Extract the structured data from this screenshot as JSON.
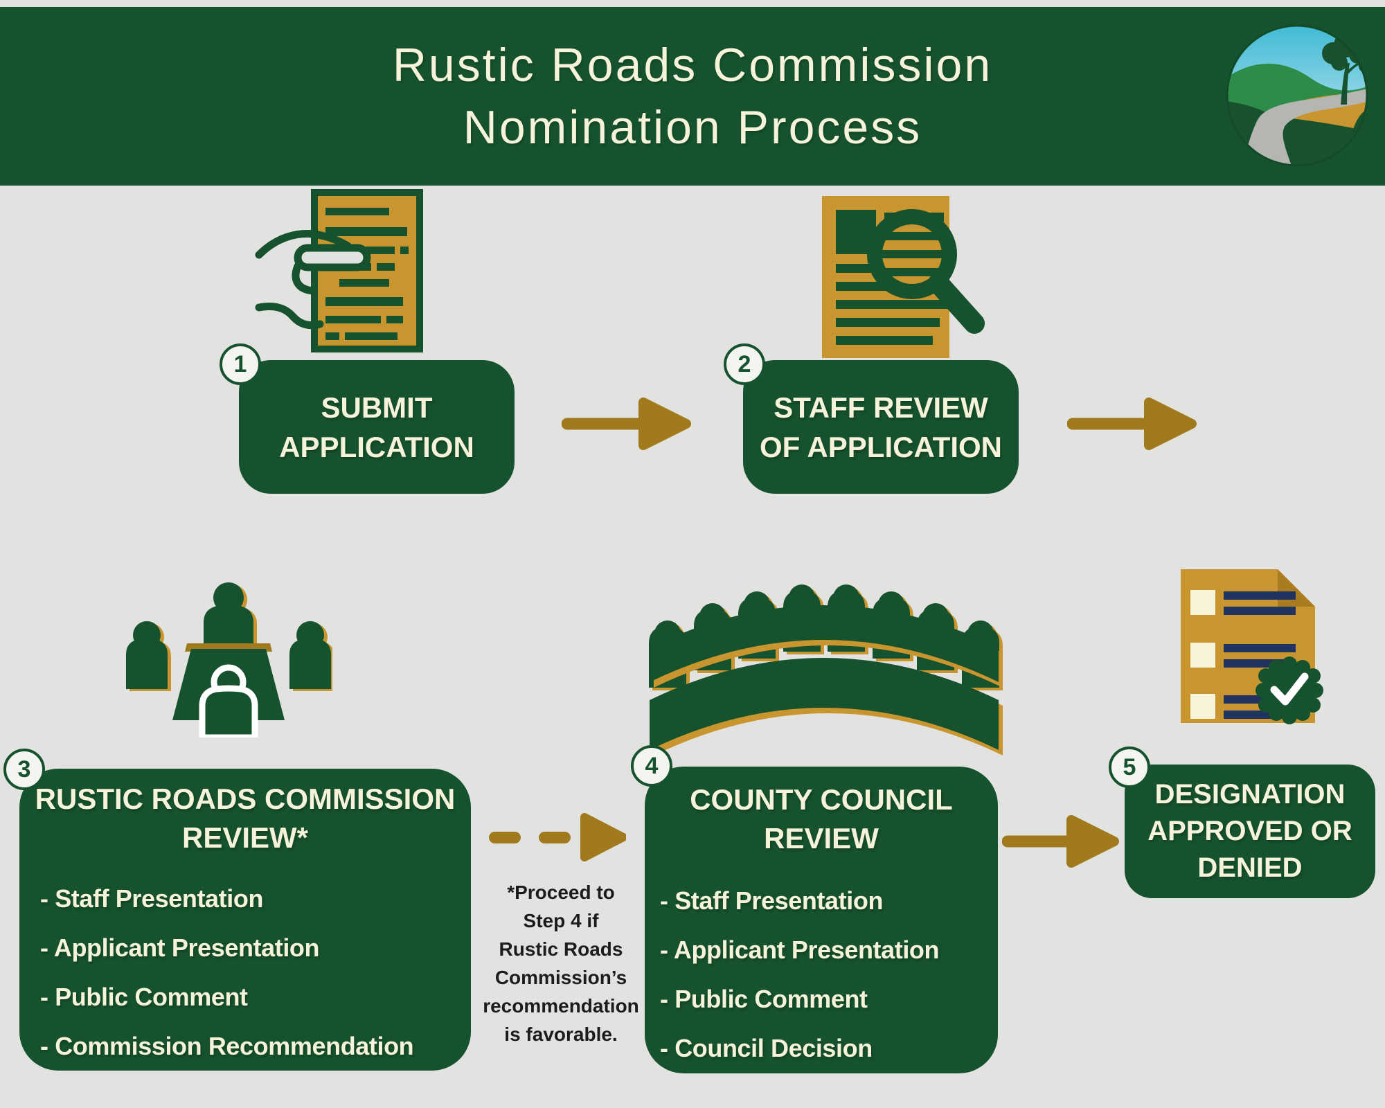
{
  "header": {
    "title_line1": "Rustic Roads Commission",
    "title_line2": "Nomination Process",
    "logo": "rustic-road-landscape-logo"
  },
  "steps": [
    {
      "number": "1",
      "label_lines": [
        "SUBMIT",
        "APPLICATION"
      ],
      "icon": "hand-submitting-document-icon"
    },
    {
      "number": "2",
      "label_lines": [
        "STAFF REVIEW",
        "OF APPLICATION"
      ],
      "icon": "document-magnifier-icon"
    },
    {
      "number": "3",
      "label_lines": [
        "RUSTIC ROADS COMMISSION",
        "REVIEW*"
      ],
      "items": [
        "- Staff Presentation",
        "- Applicant Presentation",
        "- Public Comment",
        "- Commission Recommendation"
      ],
      "icon": "commission-meeting-table-icon"
    },
    {
      "number": "4",
      "label_lines": [
        "COUNTY COUNCIL",
        "REVIEW"
      ],
      "items": [
        "- Staff Presentation",
        "- Applicant Presentation",
        "- Public Comment",
        "- Council Decision"
      ],
      "icon": "county-council-dais-icon"
    },
    {
      "number": "5",
      "label_lines": [
        "DESIGNATION",
        "APPROVED OR",
        "DENIED"
      ],
      "icon": "approved-checklist-icon"
    }
  ],
  "footnote": {
    "lines": [
      "*Proceed to",
      "Step 4 if",
      "Rustic Roads",
      "Commission’s",
      "recommendation",
      "is favorable."
    ]
  },
  "colors": {
    "header_green": "#15522d",
    "box_green": "#15522d",
    "cream_text": "#f6f3da",
    "arrow_gold": "#a27a1e",
    "document_gold": "#c9952e",
    "fold_gold": "#a87c1f",
    "background": "#e2e2e0",
    "badge_fill": "#f4f4f1",
    "navy_line": "#20345f",
    "note_text": "#1c1c1c"
  }
}
